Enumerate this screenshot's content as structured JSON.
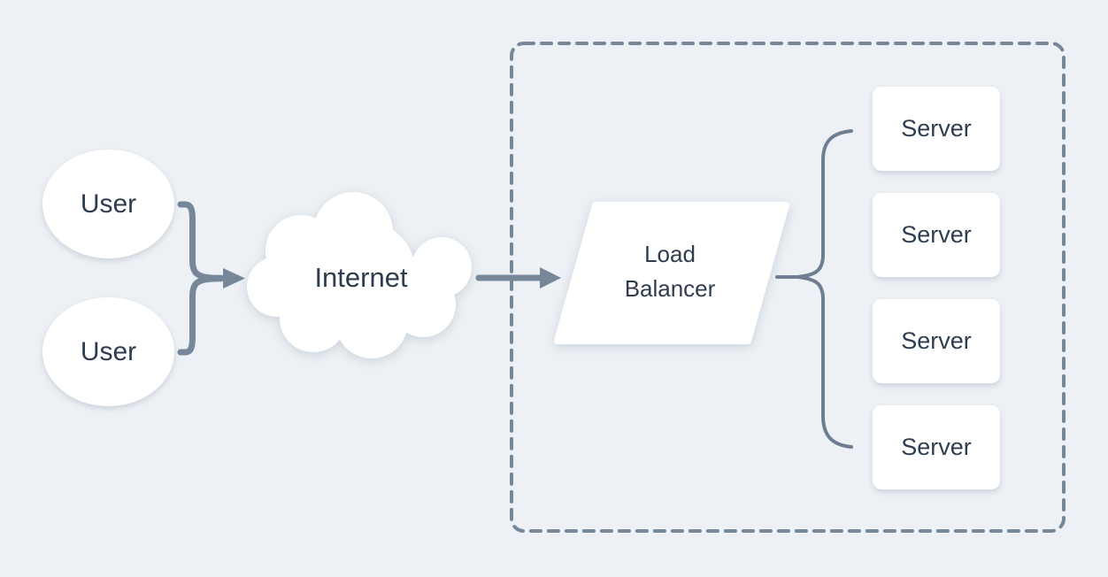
{
  "diagram_type": "network-architecture",
  "colors": {
    "background": "#edf1f5",
    "node_fill": "#ffffff",
    "connector": "#76879a",
    "brace": "#6d7e92",
    "boundary_dash": "#76879a",
    "text": "#2d3c4e"
  },
  "nodes": {
    "users": [
      {
        "label": "User"
      },
      {
        "label": "User"
      }
    ],
    "internet": {
      "label": "Internet"
    },
    "load_balancer": {
      "label": "Load Balancer"
    },
    "servers": [
      {
        "label": "Server"
      },
      {
        "label": "Server"
      },
      {
        "label": "Server"
      },
      {
        "label": "Server"
      }
    ]
  },
  "connectors": {
    "users_to_internet": "merge-arrow",
    "internet_to_load_balancer": "arrow",
    "load_balancer_to_servers": "curly-brace",
    "server_cluster_boundary": "dashed-rounded-rectangle"
  }
}
